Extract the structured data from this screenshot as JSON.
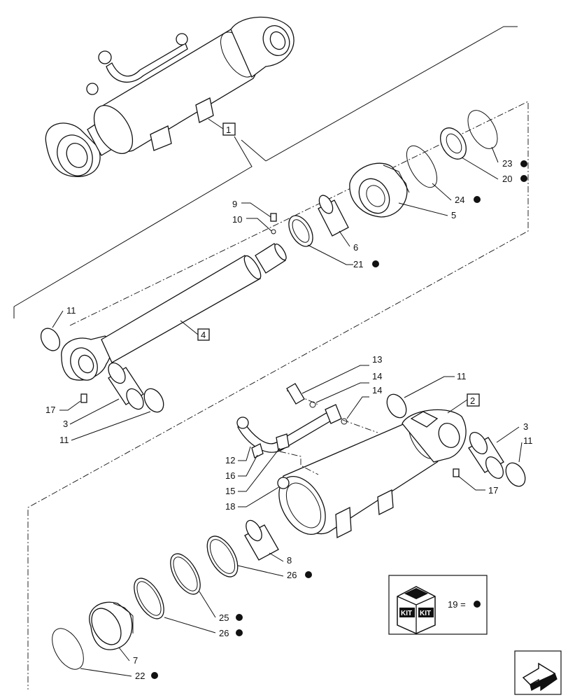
{
  "labels": {
    "l1": "1",
    "l2": "2",
    "l3a": "3",
    "l3b": "3",
    "l4": "4",
    "l5": "5",
    "l6": "6",
    "l7": "7",
    "l8": "8",
    "l9": "9",
    "l10": "10",
    "l11a": "11",
    "l11b": "11",
    "l11c": "11",
    "l11d": "11",
    "l12": "12",
    "l13": "13",
    "l14a": "14",
    "l14b": "14",
    "l15": "15",
    "l16": "16",
    "l17a": "17",
    "l17b": "17",
    "l18": "18",
    "l20": "20",
    "l21": "21",
    "l22": "22",
    "l23": "23",
    "l24": "24",
    "l25": "25",
    "l26a": "26",
    "l26b": "26"
  },
  "kit_legend": {
    "badge_left": "KIT",
    "badge_right": "KIT",
    "equation": "19 ="
  },
  "icons": {
    "kit_marker": "filled-dot",
    "navigation": "arrow-icon"
  }
}
